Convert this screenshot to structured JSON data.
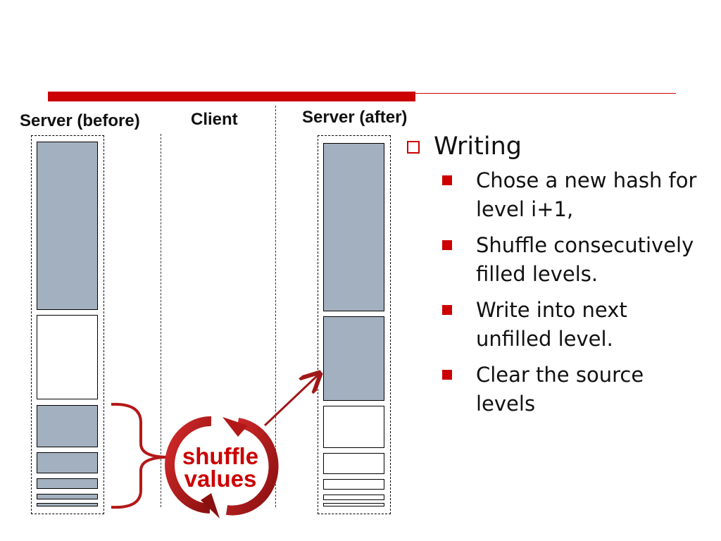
{
  "columns": {
    "server_before": "Server (before)",
    "client": "Client",
    "server_after": "Server (after)"
  },
  "shuffle": {
    "line1": "shuffle",
    "line2": "values"
  },
  "bullets": {
    "main": "Writing",
    "items": [
      "Chose a new hash for level i+1,",
      "Shuffle consecutively filled levels.",
      "Write into next unfilled level.",
      "Clear the source levels"
    ]
  },
  "server_before_levels": [
    "filled",
    "empty",
    "filled",
    "filled",
    "filled",
    "filled",
    "filled"
  ],
  "server_after_levels": [
    "filled",
    "filled",
    "empty",
    "empty",
    "empty",
    "empty",
    "empty"
  ],
  "colors": {
    "accent": "#cc0000",
    "filled_level": "#a3b0bf",
    "arrow": "#a01818"
  }
}
